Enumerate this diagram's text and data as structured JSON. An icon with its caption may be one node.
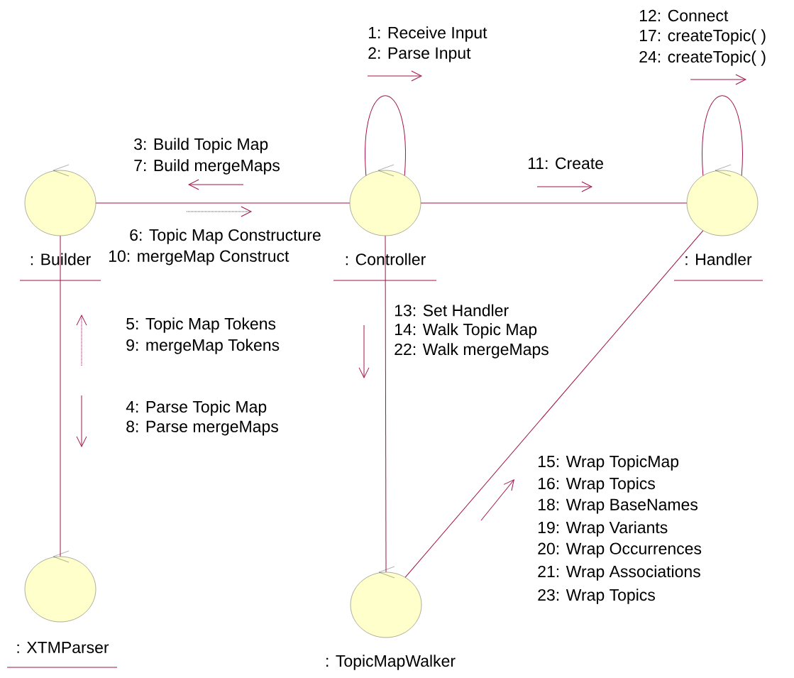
{
  "diagram": {
    "nodes": [
      {
        "text": [
          ": Builder"
        ]
      },
      {
        "text": [
          ": Controller"
        ]
      },
      {
        "text": [
          ": Handler"
        ]
      },
      {
        "text": [
          ": XTMParser"
        ]
      },
      {
        "text": [
          ": TopicMapWalker"
        ]
      }
    ],
    "edges": [
      {
        "from": 0,
        "to": 1,
        "arrow": "none"
      },
      {
        "from": 1,
        "to": 1,
        "arrow": "none"
      },
      {
        "from": 1,
        "to": 2,
        "arrow": "none"
      },
      {
        "from": 2,
        "to": 2,
        "arrow": "none"
      },
      {
        "from": 0,
        "to": 3,
        "arrow": "none"
      },
      {
        "from": 1,
        "to": 4,
        "arrow": "none"
      },
      {
        "from": 4,
        "to": 2,
        "arrow": "none"
      }
    ],
    "labels": [
      "12: Connect",
      "17: createTopic( )",
      "24: createTopic( )",
      "1: Receive Input",
      "2: Parse Input",
      "3: Build Topic Map",
      "7: Build mergeMaps",
      "11: Create",
      "6: Topic Map Constructure",
      "10: mergeMap Construct",
      "13: Set Handler",
      "14: Walk Topic Map",
      "22: Walk mergeMaps",
      "5: Topic Map Tokens",
      "9: mergeMap Tokens",
      "4: Parse Topic Map",
      "8: Parse mergeMaps",
      "15: Wrap TopicMap",
      "16: Wrap Topics",
      "18: Wrap BaseNames",
      "19: Wrap Variants",
      "20: Wrap Occurrences",
      "21: Wrap Associations",
      "23: Wrap Topics"
    ]
  }
}
